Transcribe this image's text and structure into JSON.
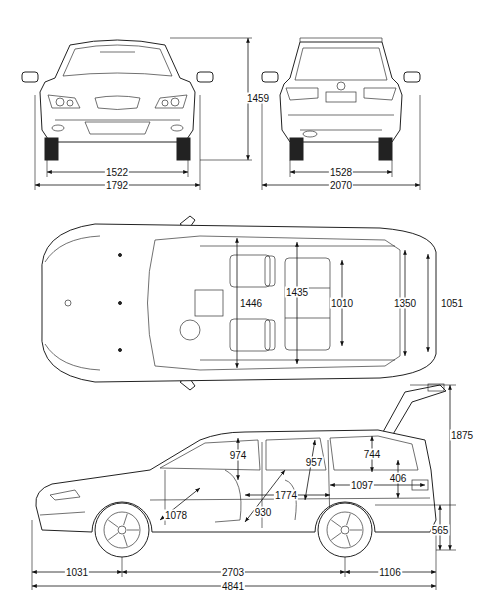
{
  "diagram": {
    "labels": [
      "1459",
      "1522",
      "1792",
      "1528",
      "2070",
      "1446",
      "1435",
      "1010",
      "1350",
      "1051",
      "974",
      "957",
      "744",
      "1875",
      "406",
      "1097",
      "1774",
      "1078",
      "930",
      "565",
      "1031",
      "2703",
      "1106",
      "4841"
    ]
  }
}
